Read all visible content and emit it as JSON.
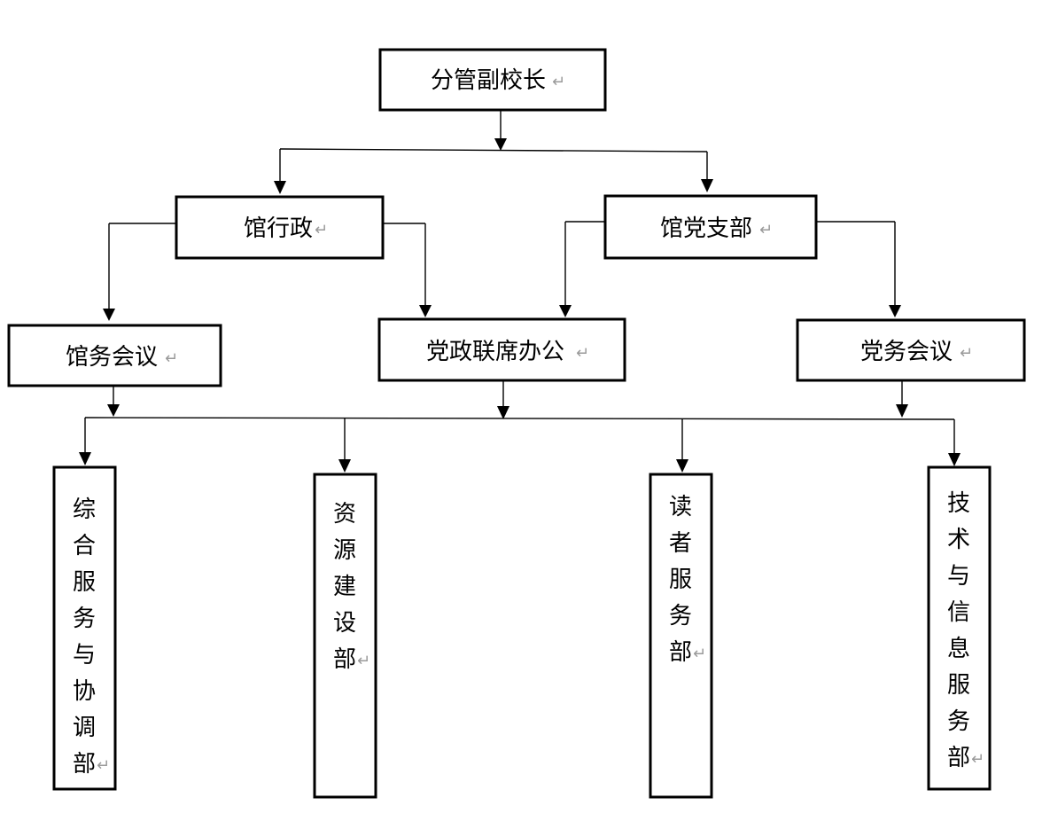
{
  "diagram": {
    "paragraph_mark": "↵",
    "nodes": {
      "vice_principal": "分管副校长",
      "library_admin": "馆行政",
      "party_branch": "馆党支部",
      "library_meeting": "馆务会议",
      "joint_office": "党政联席办公",
      "party_meeting": "党务会议",
      "general_service": "综合服务与协调部",
      "resource_building": "资源建设部",
      "reader_service": "读者服务部",
      "tech_info_service": "技术与信息服务部"
    }
  }
}
